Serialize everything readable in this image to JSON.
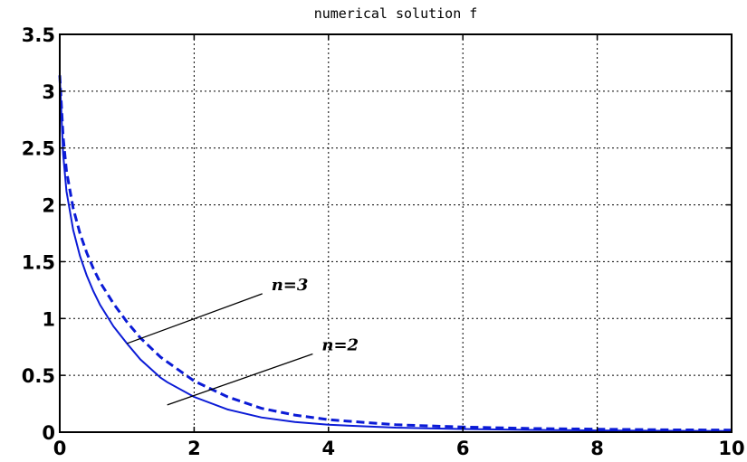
{
  "chart_data": {
    "type": "line",
    "title": "numerical solution f",
    "xlabel": "",
    "ylabel": "",
    "xlim": [
      0,
      10
    ],
    "ylim": [
      0,
      3.5
    ],
    "grid": true,
    "x_ticks": [
      {
        "value": 0,
        "label": "0"
      },
      {
        "value": 2,
        "label": "2"
      },
      {
        "value": 4,
        "label": "4"
      },
      {
        "value": 6,
        "label": "6"
      },
      {
        "value": 8,
        "label": "8"
      },
      {
        "value": 10,
        "label": "10"
      }
    ],
    "y_ticks": [
      {
        "value": 0,
        "label": "0"
      },
      {
        "value": 0.5,
        "label": "0.5"
      },
      {
        "value": 1,
        "label": "1"
      },
      {
        "value": 1.5,
        "label": "1.5"
      },
      {
        "value": 2,
        "label": "2"
      },
      {
        "value": 2.5,
        "label": "2.5"
      },
      {
        "value": 3,
        "label": "3"
      },
      {
        "value": 3.5,
        "label": "3.5"
      }
    ],
    "series": [
      {
        "style": "solid",
        "color": "#0b1bd6",
        "x": [
          0,
          0.05,
          0.1,
          0.2,
          0.3,
          0.4,
          0.5,
          0.6,
          0.8,
          1.0,
          1.2,
          1.5,
          1.6,
          2.0,
          2.5,
          3.0,
          3.5,
          4.0,
          5.0,
          6.0,
          7.0,
          8.0,
          9.0,
          10.0
        ],
        "y": [
          3.14,
          2.45,
          2.12,
          1.78,
          1.55,
          1.38,
          1.24,
          1.12,
          0.93,
          0.78,
          0.64,
          0.48,
          0.44,
          0.31,
          0.2,
          0.13,
          0.09,
          0.065,
          0.04,
          0.028,
          0.02,
          0.015,
          0.012,
          0.01
        ]
      },
      {
        "style": "dashed",
        "color": "#0b1bd6",
        "x": [
          0,
          0.05,
          0.1,
          0.2,
          0.3,
          0.4,
          0.5,
          0.6,
          0.8,
          1.0,
          1.2,
          1.5,
          2.0,
          2.5,
          3.0,
          3.5,
          4.0,
          5.0,
          6.0,
          7.0,
          8.0,
          9.0,
          10.0
        ],
        "y": [
          3.14,
          2.6,
          2.3,
          1.97,
          1.75,
          1.58,
          1.44,
          1.32,
          1.13,
          0.97,
          0.83,
          0.66,
          0.45,
          0.31,
          0.21,
          0.15,
          0.11,
          0.065,
          0.045,
          0.033,
          0.026,
          0.021,
          0.018
        ]
      }
    ],
    "annotations": [
      {
        "text": "n=3",
        "text_at": [
          3.15,
          1.25
        ],
        "points_to": [
          1.0,
          0.78
        ]
      },
      {
        "text": "n=2",
        "text_at": [
          3.9,
          0.72
        ],
        "points_to": [
          1.6,
          0.24
        ]
      }
    ]
  }
}
